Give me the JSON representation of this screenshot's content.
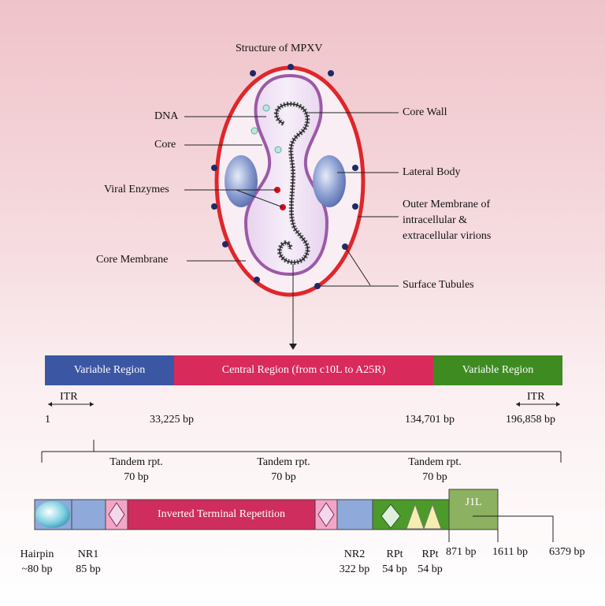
{
  "title": "Structure of MPXV",
  "virion_labels": {
    "dna": "DNA",
    "core": "Core",
    "viral_enzymes": "Viral Enzymes",
    "core_membrane": "Core Membrane",
    "core_wall": "Core Wall",
    "lateral_body": "Lateral Body",
    "outer_membrane_l1": "Outer Membrane of",
    "outer_membrane_l2": "intracellular &",
    "outer_membrane_l3": "extracellular virions",
    "surface_tubules": "Surface Tubules"
  },
  "genome": {
    "regions": [
      "Variable Region",
      "Central Region (from c10L to A25R)",
      "Variable Region"
    ],
    "itr_left": "ITR",
    "itr_right": "ITR",
    "positions": [
      "1",
      "33,225 bp",
      "134,701 bp",
      "196,858 bp"
    ]
  },
  "itr_detail": {
    "tandem_repeats": [
      {
        "line1": "Tandem rpt.",
        "line2": "70 bp"
      },
      {
        "line1": "Tandem rpt.",
        "line2": "70 bp"
      },
      {
        "line1": "Tandem rpt.",
        "line2": "70 bp"
      }
    ],
    "itr_label": "Inverted Terminal Repetition",
    "j1l_label": "J1L",
    "bottom": {
      "hairpin": "Hairpin",
      "hairpin_size": "~80 bp",
      "nr1": "NR1",
      "nr1_size": "85 bp",
      "nr2": "NR2",
      "nr2_size": "322 bp",
      "rpt1": "RPt",
      "rpt1_size": "54 bp",
      "rpt2": "RPt",
      "rpt2_size": "54 bp",
      "p871": "871 bp",
      "p1611": "1611 bp",
      "p6379": "6379 bp"
    }
  },
  "colors": {
    "outer_membrane": "#e0262a",
    "core_membrane": "#9b5aa6",
    "lateral_body": "#7f93c8",
    "variable_region": "#3b56a3",
    "central_region": "#d92a5c",
    "variable_region_right": "#3e8b22",
    "itr_block": "#cf2d5d",
    "nr_block": "#8fa9da",
    "rpt_block": "#4b9a2a",
    "j1l_block": "#8cb160"
  }
}
